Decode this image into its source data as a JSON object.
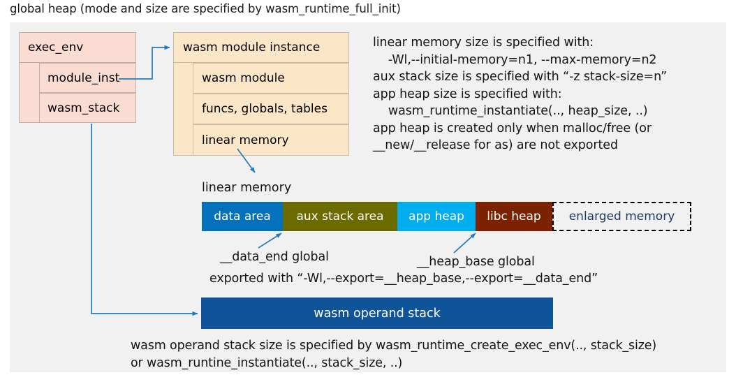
{
  "page": {
    "title": "global heap (mode and size are specified by wasm_runtime_full_init)"
  },
  "colors": {
    "canvas_bg": "#f1f1f1",
    "exec_env_fill": "#fadcd2",
    "module_fill": "#fce6c8",
    "data_area": "#0571bc",
    "aux_stack_area": "#6b6b00",
    "app_heap": "#00adee",
    "libc_heap": "#7c2200",
    "enlarged_memory_text": "#1f3864",
    "operand_stack": "#0f5499",
    "connector": "#1f7bc1"
  },
  "exec_env_box": {
    "header": "exec_env",
    "fields": [
      {
        "label": "module_inst"
      },
      {
        "label": "wasm_stack"
      }
    ]
  },
  "module_instance_box": {
    "header": "wasm module instance",
    "rows": [
      {
        "label": "wasm module"
      },
      {
        "label": "funcs, globals, tables"
      },
      {
        "label": "linear memory"
      }
    ]
  },
  "right_note": {
    "lines": [
      "linear memory size is specified with:",
      "    -Wl,--initial-memory=n1, --max-memory=n2",
      "aux stack size is specified with “-z stack-size=n”",
      "app heap size is specified with:",
      "    wasm_runtime_instantiate(.., heap_size, ..)",
      "app heap is created only when malloc/free (or",
      "__new/__release for as) are not exported"
    ],
    "text": "linear memory size is specified with:\n    -Wl,--initial-memory=n1, --max-memory=n2\naux stack size is specified with “-z stack-size=n”\napp heap size is specified with:\n    wasm_runtime_instantiate(.., heap_size, ..)\napp heap is created only when malloc/free (or\n__new/__release for as) are not exported"
  },
  "linear_memory": {
    "label": "linear memory",
    "segments": [
      {
        "label": "data area",
        "color": "#0571bc",
        "width": 116,
        "text_color": "#ffffff",
        "dashed": false
      },
      {
        "label": "aux stack area",
        "color": "#6b6b00",
        "width": 164,
        "text_color": "#ffffff",
        "dashed": false
      },
      {
        "label": "app heap",
        "color": "#00adee",
        "width": 112,
        "text_color": "#ffffff",
        "dashed": false
      },
      {
        "label": "libc heap",
        "color": "#7c2200",
        "width": 110,
        "text_color": "#ffffff",
        "dashed": false
      },
      {
        "label": "enlarged memory",
        "color": "#f1f1f1",
        "width": 199,
        "text_color": "#1f3864",
        "dashed": true
      }
    ]
  },
  "annotations": {
    "data_end": "__data_end global",
    "heap_base": "__heap_base global",
    "exported_with": "exported with “-Wl,--export=__heap_base,--export=__data_end”"
  },
  "operand_stack": {
    "label": "wasm operand stack"
  },
  "bottom_note": {
    "lines": [
      "wasm operand stack size is specified by wasm_runtime_create_exec_env(.., stack_size)",
      "or wasm_runtine_instantiate(.., stack_size, ..)"
    ],
    "text": "wasm operand stack size is specified by wasm_runtime_create_exec_env(.., stack_size)\nor wasm_runtine_instantiate(.., stack_size, ..)"
  }
}
